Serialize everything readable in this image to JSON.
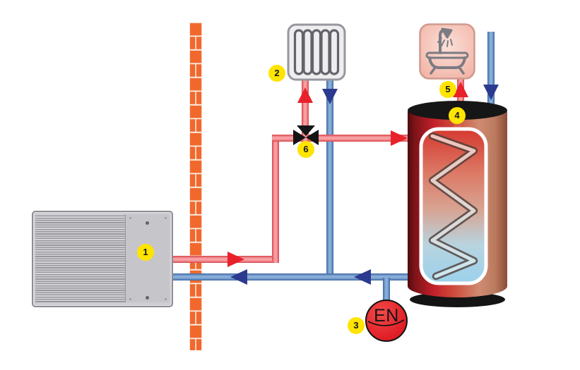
{
  "markers": [
    {
      "number": "1"
    },
    {
      "number": "2"
    },
    {
      "number": "3"
    },
    {
      "number": "4"
    },
    {
      "number": "5"
    },
    {
      "number": "6"
    }
  ],
  "expansion_vessel": {
    "label": "EN"
  },
  "colors": {
    "hot_flow_arrow": "#e8212a",
    "cold_flow_arrow": "#2b3a8f",
    "hot_pipe": "#f39093",
    "cold_pipe": "#7ba1d2",
    "brick": "#f2682c",
    "marker_yellow": "#ffe400",
    "tank_red": "#c2202a",
    "tank_cold_bottom": "#9cd2ec",
    "valve_black": "#151515",
    "radiator_gray": "#63636b",
    "bath_panel_pink": "#f2b0a2"
  }
}
